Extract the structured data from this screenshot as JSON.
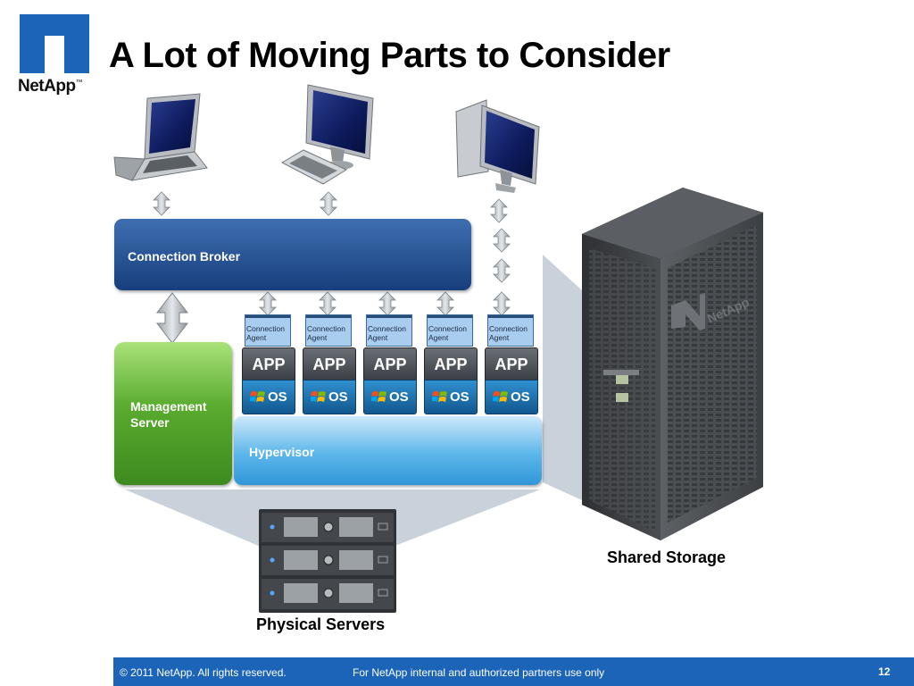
{
  "brand": {
    "logo_text": "NetApp",
    "tm": "™",
    "accent": "#1b64b8"
  },
  "title": "A Lot of Moving Parts to Consider",
  "diagram": {
    "connection_broker": "Connection Broker",
    "management_server": "Management Server",
    "hypervisor": "Hypervisor",
    "vms": [
      {
        "agent": "Connection Agent",
        "app": "APP",
        "os": "OS"
      },
      {
        "agent": "Connection Agent",
        "app": "APP",
        "os": "OS"
      },
      {
        "agent": "Connection Agent",
        "app": "APP",
        "os": "OS"
      },
      {
        "agent": "Connection Agent",
        "app": "APP",
        "os": "OS"
      },
      {
        "agent": "Connection Agent",
        "app": "APP",
        "os": "OS"
      }
    ],
    "shared_storage": "Shared Storage",
    "physical_servers": "Physical Servers",
    "storage_brand": "NetApp",
    "clients": [
      "laptop-icon",
      "desktop-icon",
      "workstation-icon"
    ],
    "colors": {
      "broker": "#1f4a8c",
      "management": "#5aab2f",
      "hypervisor": "#5cb6ea"
    }
  },
  "footer": {
    "copyright": "© 2011 NetApp.  All rights reserved.",
    "internal": "For NetApp internal and authorized partners use only",
    "page": "12"
  }
}
